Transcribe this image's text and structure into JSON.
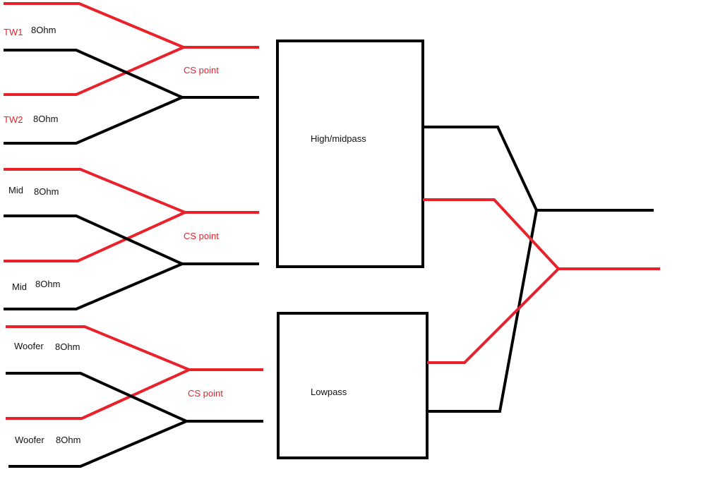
{
  "colors": {
    "positive_wire": "#e8212b",
    "negative_wire": "#000000",
    "red_label": "#e8212b"
  },
  "groups": {
    "tweeter": {
      "driver1_name": "TW1",
      "driver1_impedance": "8Ohm",
      "driver2_name": "TW2",
      "driver2_impedance": "8Ohm",
      "junction_label": "CS point"
    },
    "mid": {
      "driver1_name": "Mid",
      "driver1_impedance": "8Ohm",
      "driver2_name": "Mid",
      "driver2_impedance": "8Ohm",
      "junction_label": "CS point"
    },
    "woofer": {
      "driver1_name": "Woofer",
      "driver1_impedance": "8Ohm",
      "driver2_name": "Woofer",
      "driver2_impedance": "8Ohm",
      "junction_label": "CS point"
    }
  },
  "filters": {
    "high_mid_label": "High/midpass",
    "low_label": "Lowpass"
  }
}
